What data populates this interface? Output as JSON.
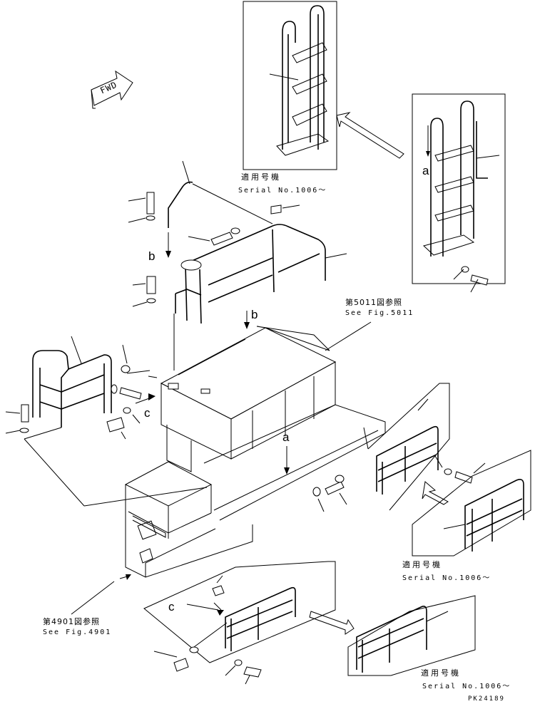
{
  "fwd_label": "FWD",
  "callouts": {
    "a_top": "a",
    "a_mid": "a",
    "b_left": "b",
    "b_mid": "b",
    "c_left": "c",
    "c_bottom": "c"
  },
  "notes": {
    "ladder_top_jp": "適用号機",
    "ladder_top_serial": "Serial No.1006～",
    "fig5011_jp": "第5011図参照",
    "fig5011_en": "See Fig.5011",
    "rail_right_jp": "適用号機",
    "rail_right_serial": "Serial No.1006～",
    "fig4901_jp": "第4901図参照",
    "fig4901_en": "See Fig.4901",
    "rail_bottom_jp": "適用号機",
    "rail_bottom_serial": "Serial No.1006～"
  },
  "drawing_code": "PK24189"
}
